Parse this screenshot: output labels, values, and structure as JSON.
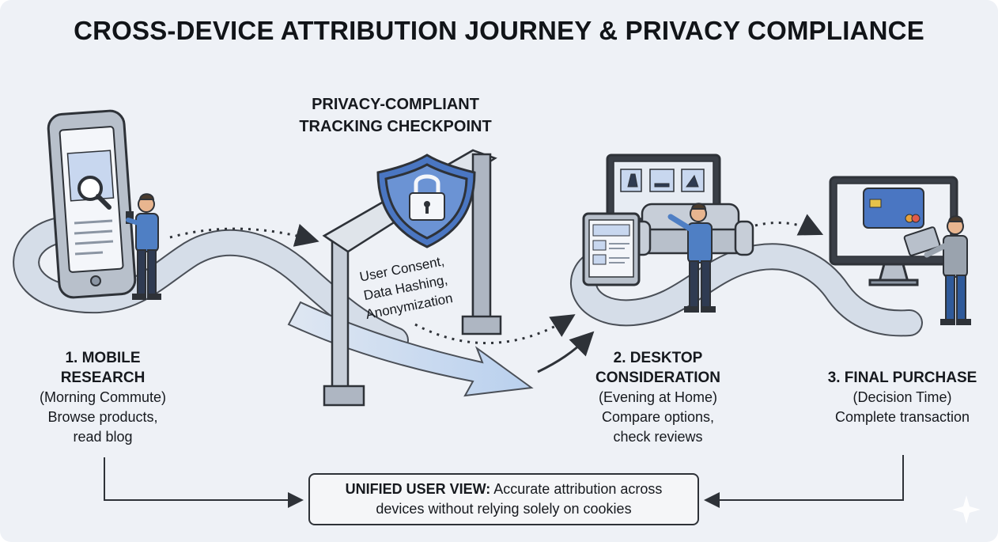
{
  "title": "CROSS-DEVICE ATTRIBUTION JOURNEY & PRIVACY COMPLIANCE",
  "checkpoint": {
    "title_line1": "PRIVACY-COMPLIANT",
    "title_line2": "TRACKING CHECKPOINT",
    "gate_lines": [
      "User Consent,",
      "Data Hashing,",
      "Anonymization"
    ]
  },
  "stages": [
    {
      "heading_line1": "1. MOBILE",
      "heading_line2": "RESEARCH",
      "context": "(Morning Commute)",
      "desc_line1": "Browse products,",
      "desc_line2": "read blog",
      "icon": "smartphone-icon"
    },
    {
      "heading_line1": "2. DESKTOP",
      "heading_line2": "CONSIDERATION",
      "context": "(Evening at Home)",
      "desc_line1": "Compare options,",
      "desc_line2": "check reviews",
      "icon": "tablet-and-monitor-icon"
    },
    {
      "heading": "3. FINAL PURCHASE",
      "context": "(Decision Time)",
      "desc": "Complete transaction",
      "icon": "desktop-credit-card-icon"
    }
  ],
  "unified": {
    "label": "UNIFIED USER VIEW:",
    "text_line1": " Accurate attribution across",
    "text_line2": "devices without relying solely on cookies"
  },
  "colors": {
    "background": "#eef1f6",
    "path": "#d5dde8",
    "shield": "#4a76c2",
    "screen": "#c8d7ef",
    "shirt": "#4f7fc4",
    "arrow": "#bcd2ee",
    "ink": "#16191e"
  }
}
